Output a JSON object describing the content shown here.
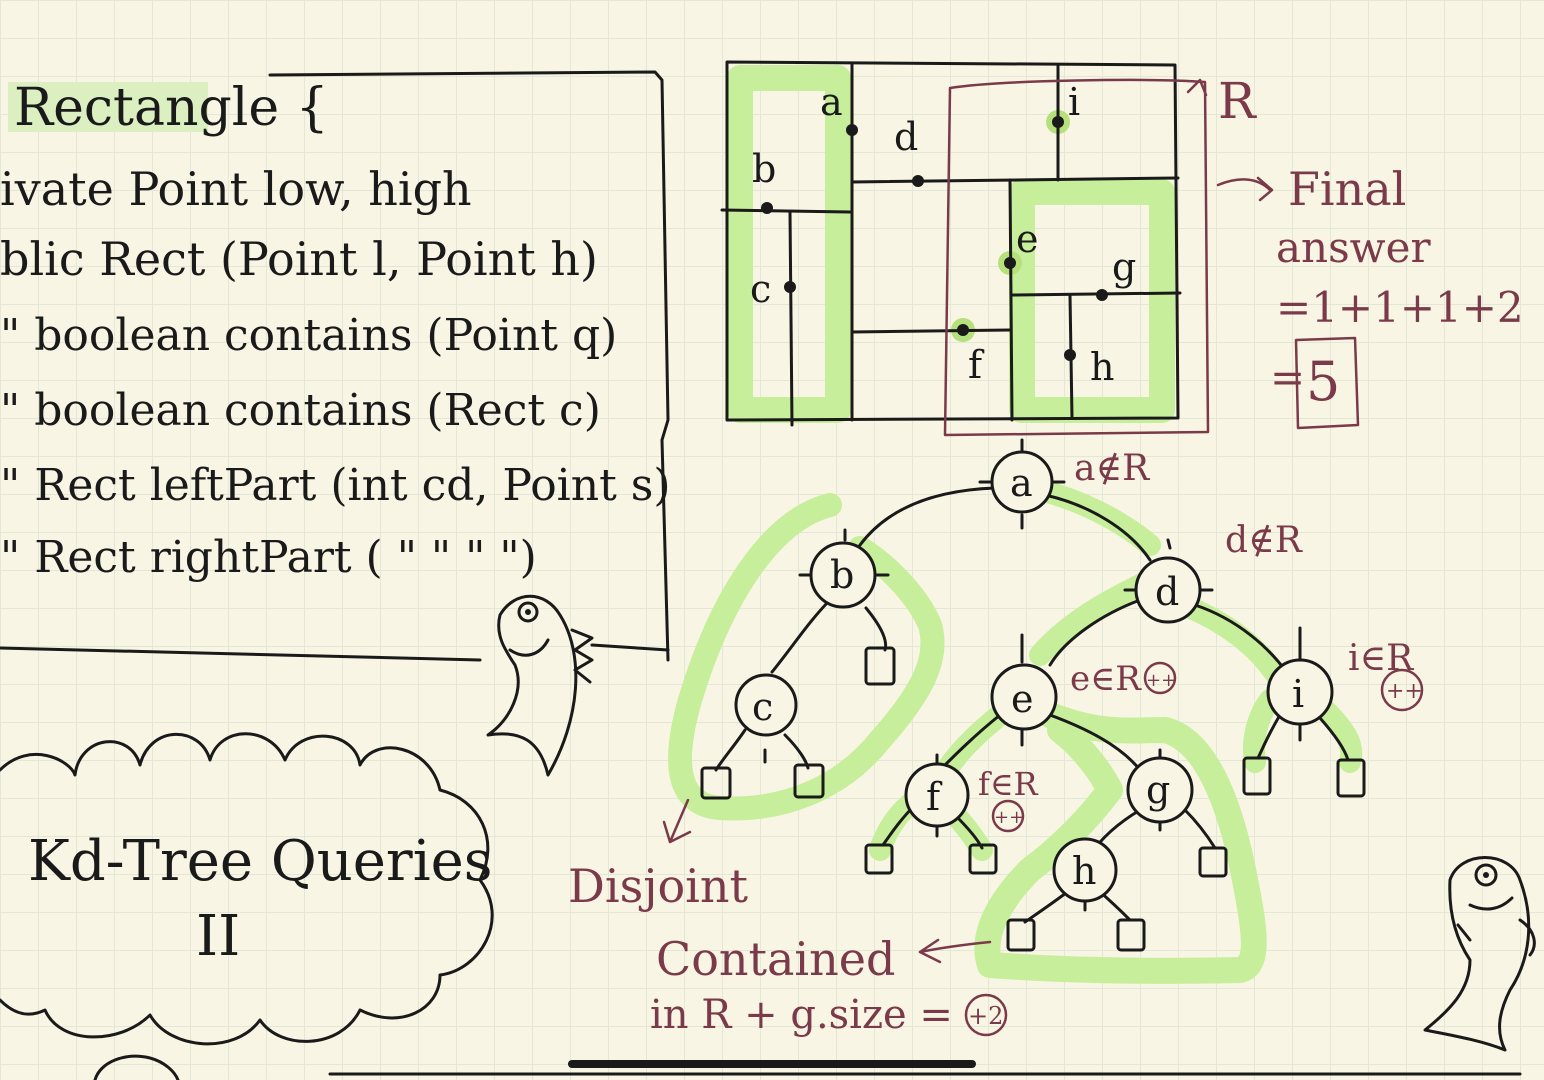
{
  "code": {
    "title": "Rectangle {",
    "lines": [
      "ivate Point low, high",
      "blic Rect (Point l, Point h)",
      "\"   boolean contains (Point q)",
      "\"   boolean contains (Rect c)",
      "\"   Rect leftPart (int cd, Point s)",
      "\"   Rect rightPart ( \"  \"     \"  \")"
    ]
  },
  "cloud": {
    "line1": "Kd-Tree Queries",
    "line2": "II"
  },
  "region": {
    "label": "R",
    "points": [
      "a",
      "b",
      "c",
      "d",
      "e",
      "f",
      "g",
      "h",
      "i"
    ]
  },
  "answer": {
    "line1": "Final",
    "line2": "answer",
    "sum": "=1+1+1+2",
    "eq": "=",
    "value": "5"
  },
  "tree": {
    "nodes": [
      "a",
      "b",
      "c",
      "d",
      "e",
      "f",
      "g",
      "h",
      "i"
    ],
    "notes": {
      "a": "a∉R",
      "d": "d∉R",
      "e": "e∈R",
      "i": "i∈R",
      "f": "f∈R",
      "plus": "++"
    }
  },
  "labels": {
    "disjoint": "Disjoint",
    "contained": "Contained",
    "contained2": "in R + g.size =",
    "plus2": "+2"
  },
  "colors": {
    "highlight": "#c7ee9a",
    "ink": "#1a1a1a",
    "annotation": "#7a3a4a"
  }
}
